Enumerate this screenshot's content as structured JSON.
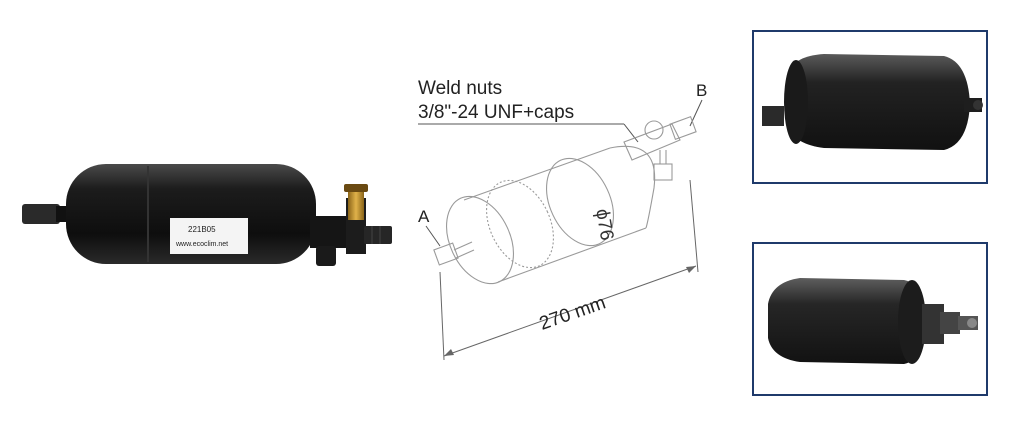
{
  "product_label": {
    "code": "221B05",
    "website": "www.ecoclim.net"
  },
  "drawing": {
    "note_line1": "Weld nuts",
    "note_line2": "3/8\"-24 UNF+caps",
    "port_a": "A",
    "port_b": "B",
    "diameter": "ϕ76",
    "length": "270 mm"
  },
  "colors": {
    "frame": "#1f3a6b",
    "body": "#1a1a1a",
    "brass": "#c8962a",
    "line": "#9a9a9a"
  }
}
